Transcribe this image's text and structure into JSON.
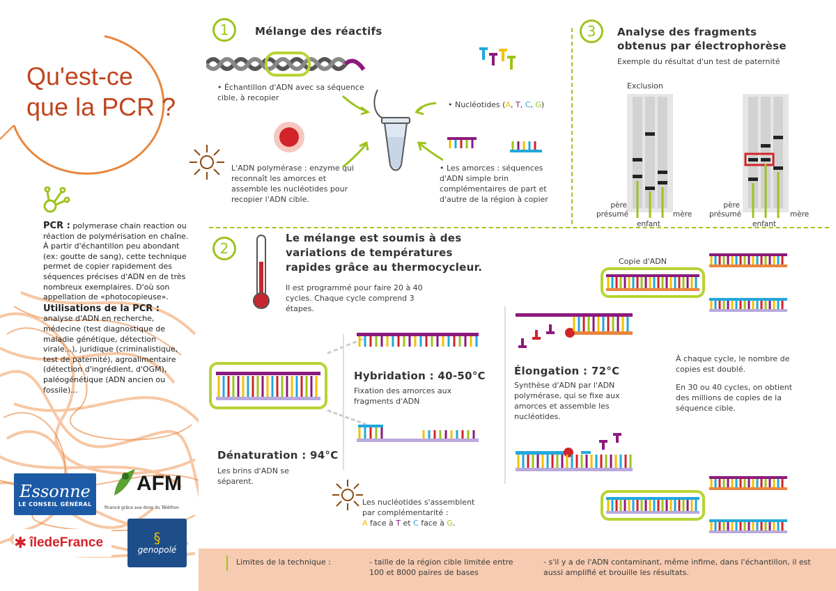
{
  "title": {
    "line1": "Qu'est-ce",
    "line2": "que la PCR ?"
  },
  "sidebar": {
    "pcr_label": "PCR :",
    "pcr_def": "polymerase chain reaction ou réaction de polymérisation en chaîne. À partir d'échantillon peu abondant (ex: goutte de sang), cette technique permet de copier rapidement des séquences précises d'ADN en de très nombreux exemplaires. D'où son appellation de «photocopieuse».",
    "uses_label": "Utilisations de la PCR :",
    "uses_text": "analyse d'ADN en recherche, médecine (test diagnostique de maladie génétique, détection virale...), juridique (criminalistique, test de paternité), agroalimentaire (détection d'ingrédient, d'OGM), paléogénétique (ADN ancien ou fossile)..."
  },
  "logos": {
    "essonne_script": "Essonne",
    "essonne_sub": "LE CONSEIL GÉNÉRAL",
    "afm": "AFM",
    "afm_sub": "financé grâce aux dons du Téléthon",
    "idf": "îledeFrance",
    "genopole": "genopolé"
  },
  "step1": {
    "number": "1",
    "title": "Mélange des réactifs",
    "sample": "• Échantillon d'ADN avec sa séquence cible, à recopier",
    "polymerase": "L'ADN polymérase : enzyme qui reconnaît les amorces et assemble les nucléotides pour recopier l'ADN cible.",
    "nucleotides_prefix": "• Nucléotides (",
    "nuc_a": "A",
    "nuc_t": "T",
    "nuc_c": "C",
    "nuc_g": "G",
    "nucleotides_suffix": ")",
    "primers": "• Les amorces : séquences d'ADN simple brin complémentaires de part et d'autre de la région à copier"
  },
  "step3": {
    "number": "3",
    "title_line1": "Analyse des fragments",
    "title_line2": "obtenus par électrophorèse",
    "subtitle": "Exemple du résultat d'un test de paternité",
    "exclusion": "Exclusion",
    "father": "père présumé",
    "mother": "mère",
    "child": "enfant"
  },
  "step2": {
    "number": "2",
    "title": "Le mélange est soumis à des variations de températures rapides grâce au thermocycleur.",
    "desc": "Il est programmé pour faire 20 à 40 cycles. Chaque cycle comprend 3 étapes.",
    "denat_title": "Dénaturation : 94°C",
    "denat_desc": "Les brins d'ADN se séparent.",
    "hyb_title": "Hybridation : 40-50°C",
    "hyb_desc": "Fixation des amorces aux fragments d'ADN",
    "elong_title": "Élongation : 72°C",
    "elong_desc": "Synthèse d'ADN par l'ADN polymérase, qui se fixe aux amorces et assemble les nucléotides.",
    "copy_label": "Copie d'ADN",
    "double1": "À chaque cycle, le nombre de copies est doublé.",
    "double2": "En 30 ou 40 cycles, on obtient des millions de copies de la séquence cible.",
    "pairing_line1": "Les nucléotides s'assemblent",
    "pairing_line2": "par complémentarité :",
    "pair_a": "A",
    "pair_t": "T",
    "pair_c": "C",
    "pair_g": "G",
    "pair_mid1": "face à",
    "pair_and": "et",
    "pair_mid2": "face à"
  },
  "limits": {
    "label": "Limites de la technique :",
    "item1": "- taille de la région cible limitée entre 100 et 8000 paires de bases",
    "item2": "- s'il y a de l'ADN contaminant, même infime, dans l'échantillon, il est aussi amplifié et brouille les résultats."
  },
  "colors": {
    "green": "#9cc31d",
    "orange": "#e8863d",
    "purple": "#8b1a7c",
    "blue": "#21a7de",
    "yellow": "#f2c000",
    "red": "#d2232a"
  }
}
